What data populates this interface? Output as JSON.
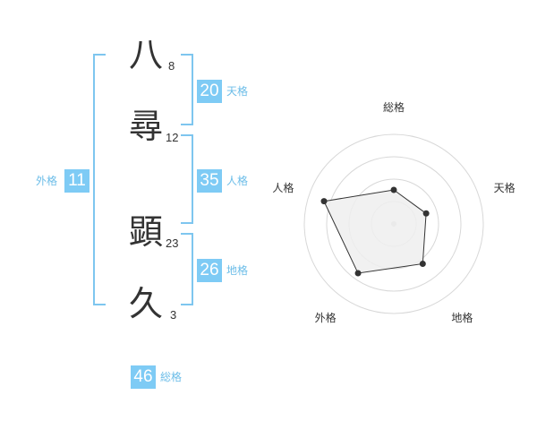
{
  "name": {
    "characters": [
      {
        "char": "八",
        "strokes": "8"
      },
      {
        "char": "尋",
        "strokes": "12"
      },
      {
        "char": "顕",
        "strokes": "23"
      },
      {
        "char": "久",
        "strokes": "3"
      }
    ]
  },
  "scores": {
    "tenkaku": {
      "value": "20",
      "label": "天格"
    },
    "jinkaku": {
      "value": "35",
      "label": "人格"
    },
    "chikaku": {
      "value": "26",
      "label": "地格"
    },
    "gaikaku": {
      "value": "11",
      "label": "外格"
    },
    "soukaku": {
      "value": "46",
      "label": "総格"
    }
  },
  "colors": {
    "accent": "#7ecbf5",
    "bracket": "#7ec6ef",
    "radar_fill": "#eeeeee",
    "radar_line": "#333333"
  },
  "chart_data": {
    "type": "radar",
    "axes": [
      "総格",
      "天格",
      "地格",
      "外格",
      "人格"
    ],
    "values": [
      0.38,
      0.38,
      0.55,
      0.68,
      0.82
    ],
    "range": [
      0,
      1
    ],
    "rings": 4,
    "grid": true
  }
}
